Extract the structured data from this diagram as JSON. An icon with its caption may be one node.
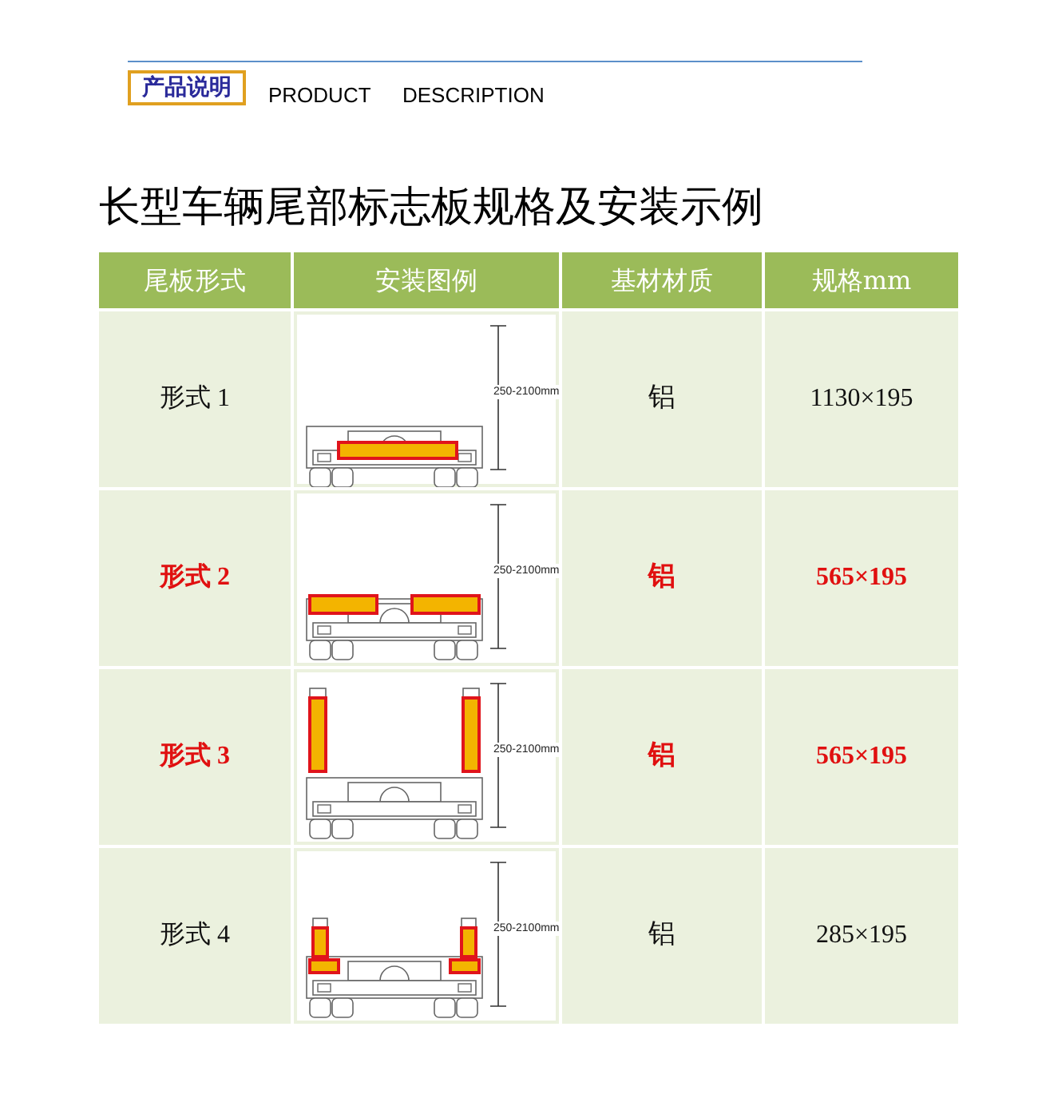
{
  "diagram": {
    "title": "长型车辆尾部标志板规格及安装示例",
    "labels": [
      "产品说明",
      "PRODUCT",
      "DESCRIPTION",
      "尾板形式",
      "安装图例",
      "基材材质",
      "规格mm",
      "形式 1",
      "250-2100mm",
      "铝",
      "1130×195",
      "形式 2",
      "250-2100mm",
      "铝",
      "565×195",
      "形式 3",
      "250-2100mm",
      "铝",
      "565×195",
      "形式 4",
      "250-2100mm",
      "铝",
      "285×195"
    ]
  }
}
